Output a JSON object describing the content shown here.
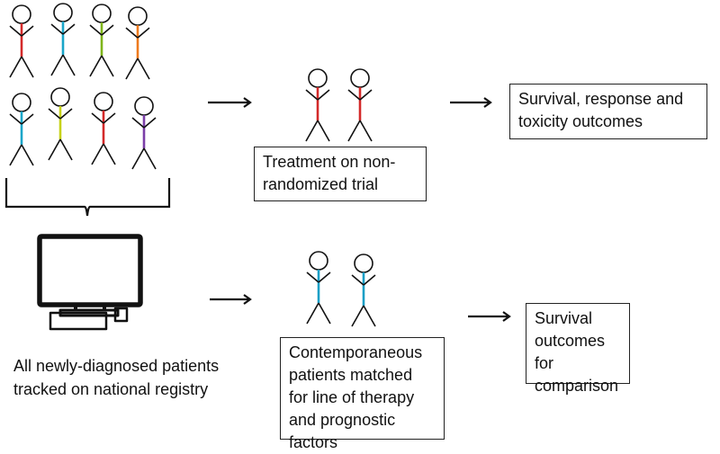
{
  "colors": {
    "ink": "#111111",
    "trial_group": [
      "#d42a2a",
      "#1aa6c9",
      "#7fb51b",
      "#ee7b1e",
      "#1aa6c9",
      "#c7d21a",
      "#d42a2a",
      "#7b3fa8"
    ],
    "treated": "#d42a2a",
    "matched": "#1a9fc6"
  },
  "boxes": {
    "trial_treatment": "Treatment on non-randomized trial",
    "trial_outcomes": "Survival, response and toxicity outcomes",
    "matched_patients": "Contemporaneous patients matched for line of therapy and prognostic factors",
    "comparison_outcomes": "Survival outcomes for comparison"
  },
  "registry_caption": "All newly-diagnosed patients tracked on national registry",
  "icons": {
    "figure": "stick-figure-icon",
    "registry": "computer-icon",
    "arrow": "right-arrow-icon",
    "brace": "brace"
  }
}
